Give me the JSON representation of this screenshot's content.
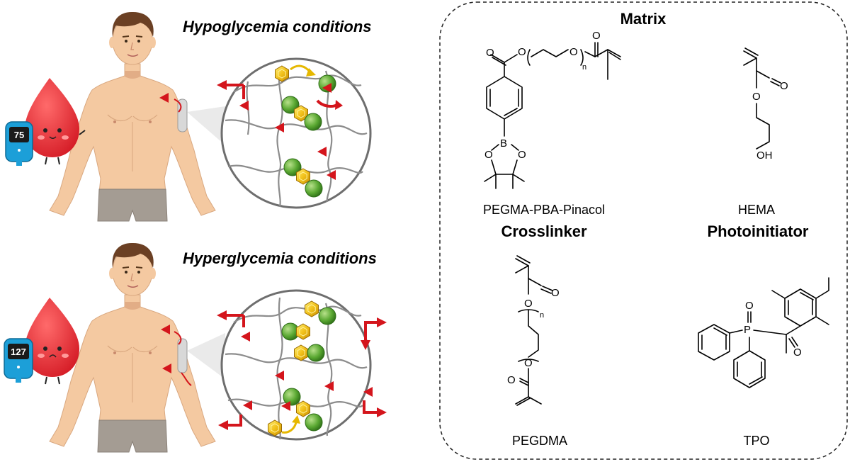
{
  "left_panel": {
    "hypo": {
      "title": "Hypoglycemia conditions",
      "meter_reading": "75"
    },
    "hyper": {
      "title": "Hyperglycemia conditions",
      "meter_reading": "127"
    }
  },
  "right_panel": {
    "matrix_title": "Matrix",
    "crosslinker_title": "Crosslinker",
    "photoinitiator_title": "Photoinitiator",
    "molecules": {
      "pegma_pba_pinacol": "PEGMA-PBA-Pinacol",
      "hema": "HEMA",
      "pegdma": "PEGDMA",
      "tpo": "TPO"
    },
    "atoms": {
      "O": "O",
      "B": "B",
      "P": "P",
      "OH": "OH",
      "n": "n"
    }
  },
  "colors": {
    "blood_drop": "#e8323a",
    "skin": "#f4c9a1",
    "shorts": "#a49c93",
    "hair": "#6b4024",
    "glucose": "#f2c21b",
    "boronate": "#5aa832",
    "insulin_triangle": "#d4151c",
    "network": "#8c8c8c",
    "border": "#222222"
  }
}
